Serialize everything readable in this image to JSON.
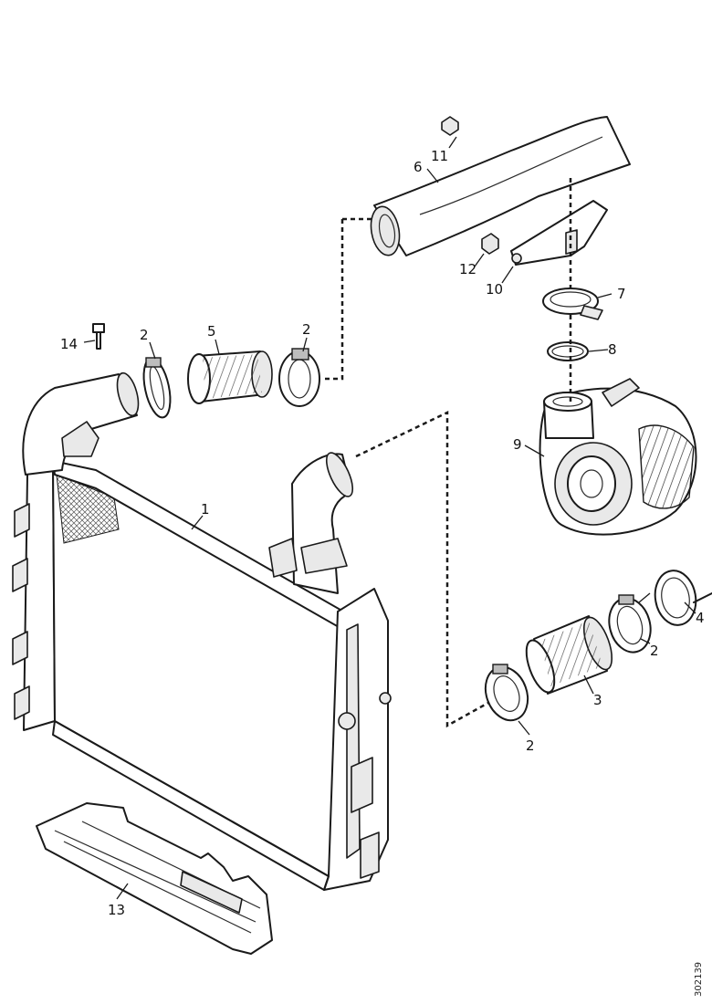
{
  "callouts": {
    "c1": "1",
    "c2a": "2",
    "c2b": "2",
    "c2c": "2",
    "c2d": "2",
    "c3": "3",
    "c4": "4",
    "c5": "5",
    "c6": "6",
    "c7": "7",
    "c8": "8",
    "c9": "9",
    "c10": "10",
    "c11": "11",
    "c12": "12",
    "c13": "13",
    "c14": "14"
  },
  "reference_code": "302139"
}
